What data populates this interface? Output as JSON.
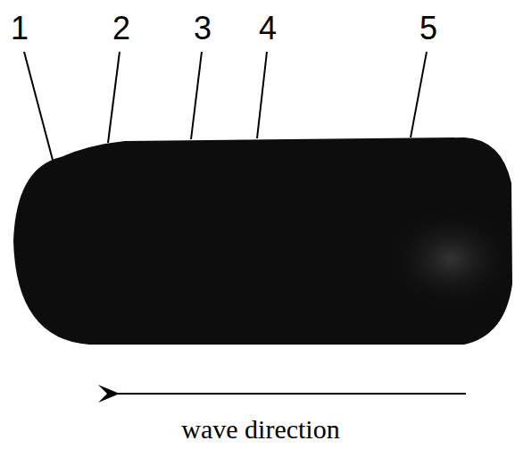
{
  "diagram": {
    "labels": [
      "1",
      "2",
      "3",
      "4",
      "5",
      "wave direction"
    ]
  }
}
